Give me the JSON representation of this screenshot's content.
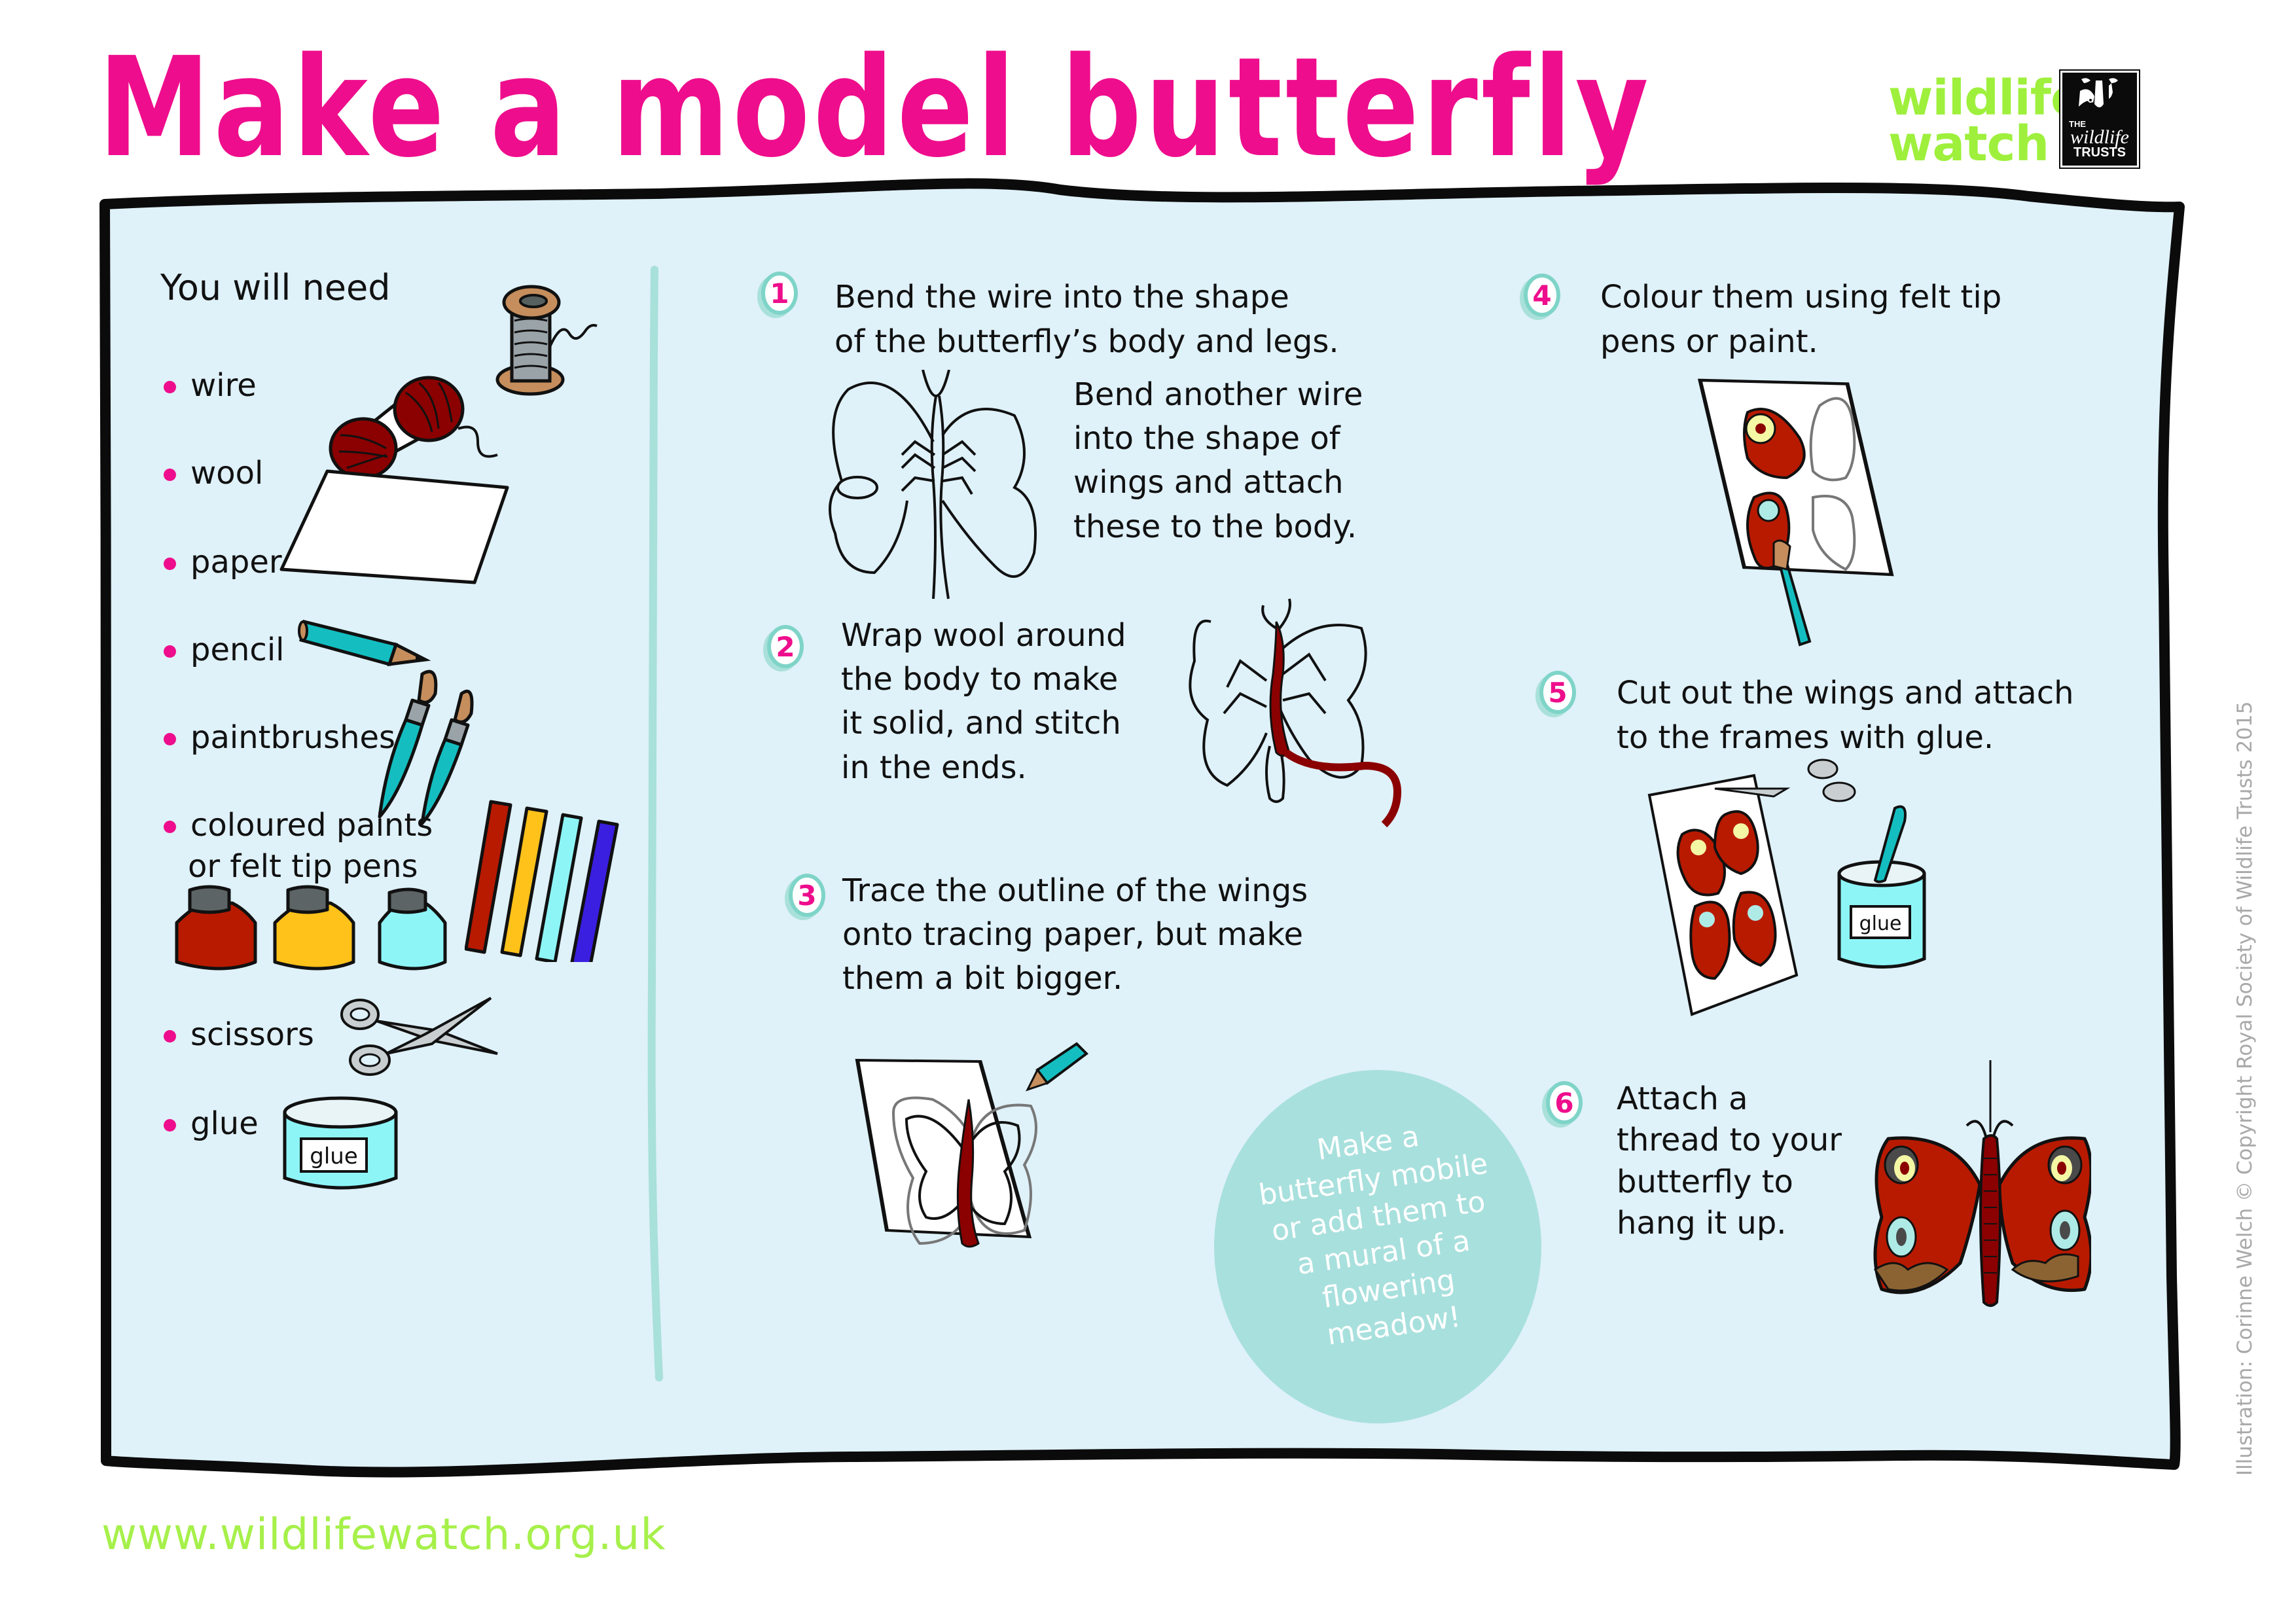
{
  "page": {
    "title": "Make a model butterfly",
    "url": "www.wildlifewatch.org.uk",
    "credit": "Illustration: Corinne Welch © Copyright Royal Society of Wildlife Trusts 2015"
  },
  "logos": {
    "wildlife_watch": {
      "line1": "wildlife",
      "line2": "watch"
    },
    "wildlife_trusts": {
      "the": "THE",
      "wildlife": "wildlife",
      "trusts": "TRUSTS"
    }
  },
  "colors": {
    "title_pink": "#EE0D8C",
    "brand_green": "#9EF03C",
    "url_green": "#A6F04A",
    "panel_fill": "#DFF1F9",
    "panel_border": "#0B0B0B",
    "divider_teal": "#A8E0DA",
    "step_badge_ring": "#7FD4C8",
    "tip_circle": "#A8E0DD",
    "credit_grey": "#A9A9A9"
  },
  "materials": {
    "heading": "You will need",
    "items": [
      {
        "label": "wire",
        "icon": "thread-spool-icon"
      },
      {
        "label": "wool",
        "icon": "wool-skein-icon"
      },
      {
        "label": "paper",
        "icon": "paper-sheet-icon"
      },
      {
        "label": "pencil",
        "icon": "pencil-icon"
      },
      {
        "label": "paintbrushes",
        "icon": "paintbrushes-icon"
      },
      {
        "label": "coloured paints",
        "label2": "or felt tip pens",
        "icon": "paint-pots-and-pens-icon"
      },
      {
        "label": "scissors",
        "icon": "scissors-icon"
      },
      {
        "label": "glue",
        "icon": "glue-pot-icon",
        "pot_label": "glue"
      }
    ]
  },
  "steps": [
    {
      "number": "1",
      "lines": [
        "Bend the wire into the shape",
        "of the butterfly’s body and legs."
      ],
      "sub_lines": [
        "Bend another wire",
        "into the shape of",
        "wings and attach",
        "these to the body."
      ],
      "illustration": "wire-butterfly-frame-icon"
    },
    {
      "number": "2",
      "lines": [
        "Wrap wool around",
        "the body to make",
        "it solid, and stitch",
        "in the ends."
      ],
      "illustration": "wool-wrapped-butterfly-icon"
    },
    {
      "number": "3",
      "lines": [
        "Trace the outline of the wings",
        "onto tracing paper, but make",
        "them a bit bigger."
      ],
      "illustration": "tracing-paper-butterfly-icon"
    },
    {
      "number": "4",
      "lines": [
        "Colour them using felt tip",
        "pens or paint."
      ],
      "illustration": "painting-wings-icon"
    },
    {
      "number": "5",
      "lines": [
        "Cut out the wings and attach",
        "to the frames with glue."
      ],
      "illustration": "cut-wings-and-glue-icon",
      "pot_label": "glue"
    },
    {
      "number": "6",
      "lines": [
        "Attach a",
        "thread to your",
        "butterfly to",
        "hang it up."
      ],
      "illustration": "hanging-peacock-butterfly-icon"
    }
  ],
  "tip": {
    "lines": [
      "Make a",
      "butterfly mobile",
      "or add them to",
      "a mural of a",
      "flowering",
      "meadow!"
    ]
  }
}
